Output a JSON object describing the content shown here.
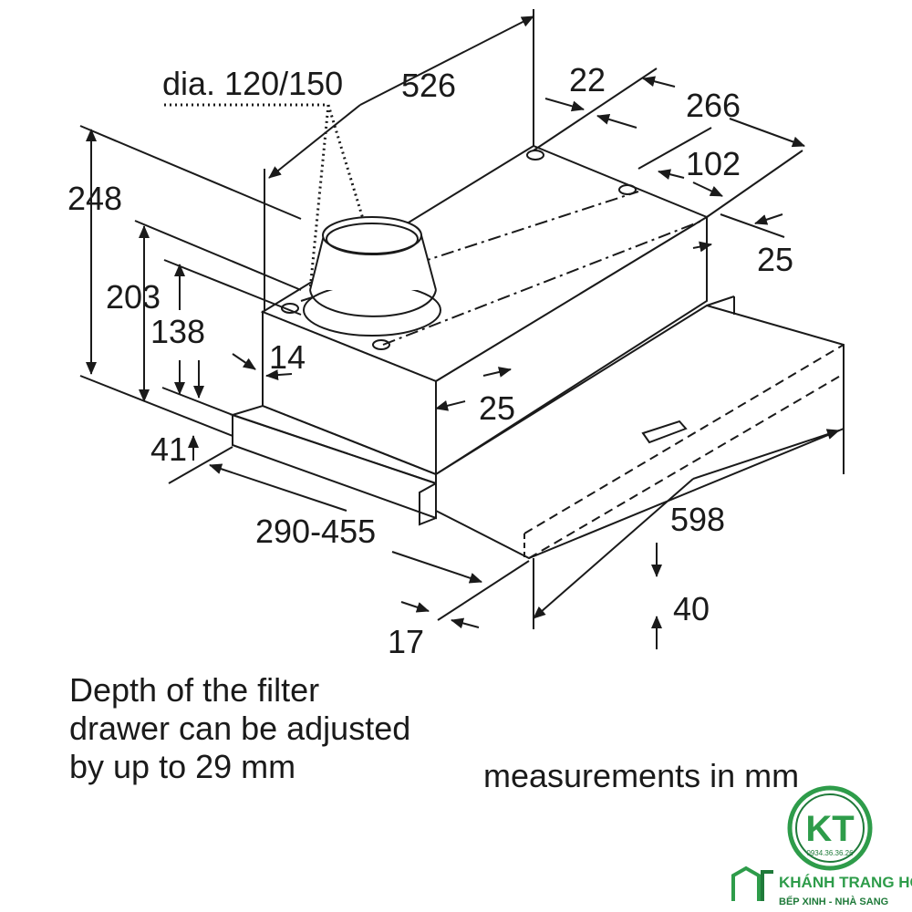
{
  "dimensions": {
    "duct_diameter": "dia. 120/150",
    "width_526": "526",
    "width_22": "22",
    "depth_266": "266",
    "hole_102": "102",
    "offset_25_right": "25",
    "height_248": "248",
    "height_203": "203",
    "height_138": "138",
    "offset_14": "14",
    "offset_25_front": "25",
    "height_41": "41",
    "drawer_290_455": "290-455",
    "width_598": "598",
    "height_40": "40",
    "offset_17": "17"
  },
  "notes": {
    "depth_line1": "Depth of the filter",
    "depth_line2": "drawer can be adjusted",
    "depth_line3": "by up to 29 mm",
    "units": "measurements in mm"
  },
  "logo": {
    "monogram": "KT",
    "phone": "0934.36.36.26",
    "brand": "KHÁNH TRANG HOME",
    "tagline": "BẾP XINH - NHÀ SANG",
    "color_primary": "#2e9c4a",
    "color_secondary": "#1f7a3a"
  }
}
